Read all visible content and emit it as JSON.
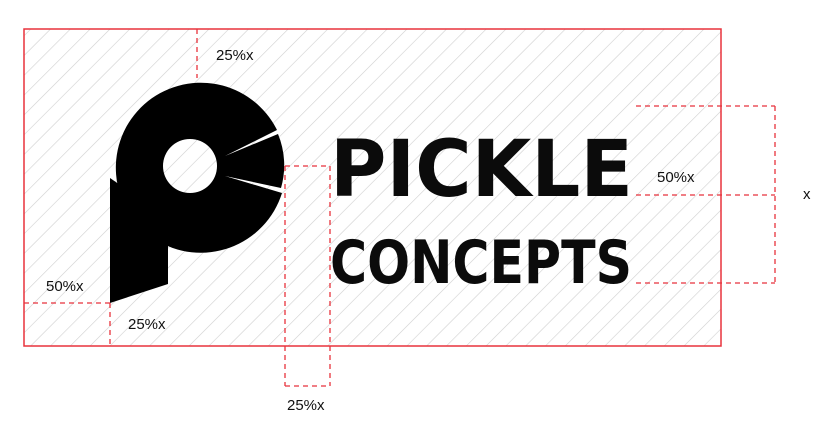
{
  "brand": {
    "line1": "PICKLE",
    "line2": "CONCEPTS"
  },
  "measurements": {
    "top_margin": "25%x",
    "left_margin": "50%x",
    "bottom_margin": "25%x",
    "gap_below": "25%x",
    "line_height": "50%x",
    "text_height": "x"
  },
  "colors": {
    "guide_red": "#e8323c",
    "hatch": "#cfcfcf",
    "logo_black": "#000000",
    "background": "#ffffff"
  },
  "icons": {
    "logo_mark": "pickle-p-mark-icon"
  }
}
